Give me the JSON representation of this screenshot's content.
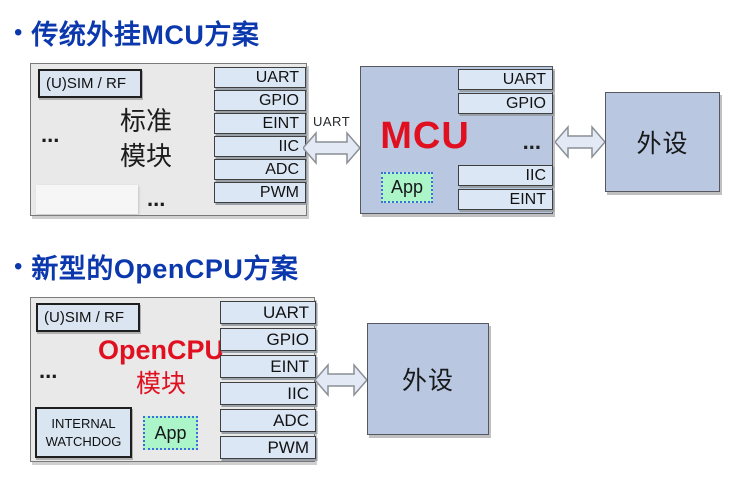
{
  "colors": {
    "title_blue": "#0b38ad",
    "accent_red": "#e01020",
    "module_bg": "#e9e9e9",
    "chip_bg": "#dce7f6",
    "block_bg": "#b9c7e1",
    "app_green": "#abf5c8",
    "app_border_blue": "#4468e0",
    "arrow_fill": "#e3eaf6"
  },
  "bullet": "•",
  "ellipsis": "...",
  "section1": {
    "title": "传统外挂MCU方案",
    "module": {
      "sim_label": "(U)SIM / RF",
      "name_line1": "标准",
      "name_line2": "模块",
      "ports": [
        "UART",
        "GPIO",
        "EINT",
        "IIC",
        "ADC",
        "PWM"
      ]
    },
    "bus_label": "UART",
    "mcu": {
      "name": "MCU",
      "app_label": "App",
      "ports_top": [
        "UART",
        "GPIO"
      ],
      "ports_bottom": [
        "IIC",
        "EINT"
      ]
    },
    "peripheral": "外设"
  },
  "section2": {
    "title": "新型的OpenCPU方案",
    "module": {
      "sim_label": "(U)SIM / RF",
      "name_line1": "OpenCPU",
      "name_line2": "模块",
      "watchdog_line1": "INTERNAL",
      "watchdog_line2": "WATCHDOG",
      "app_label": "App",
      "ports": [
        "UART",
        "GPIO",
        "EINT",
        "IIC",
        "ADC",
        "PWM"
      ]
    },
    "peripheral": "外设"
  }
}
